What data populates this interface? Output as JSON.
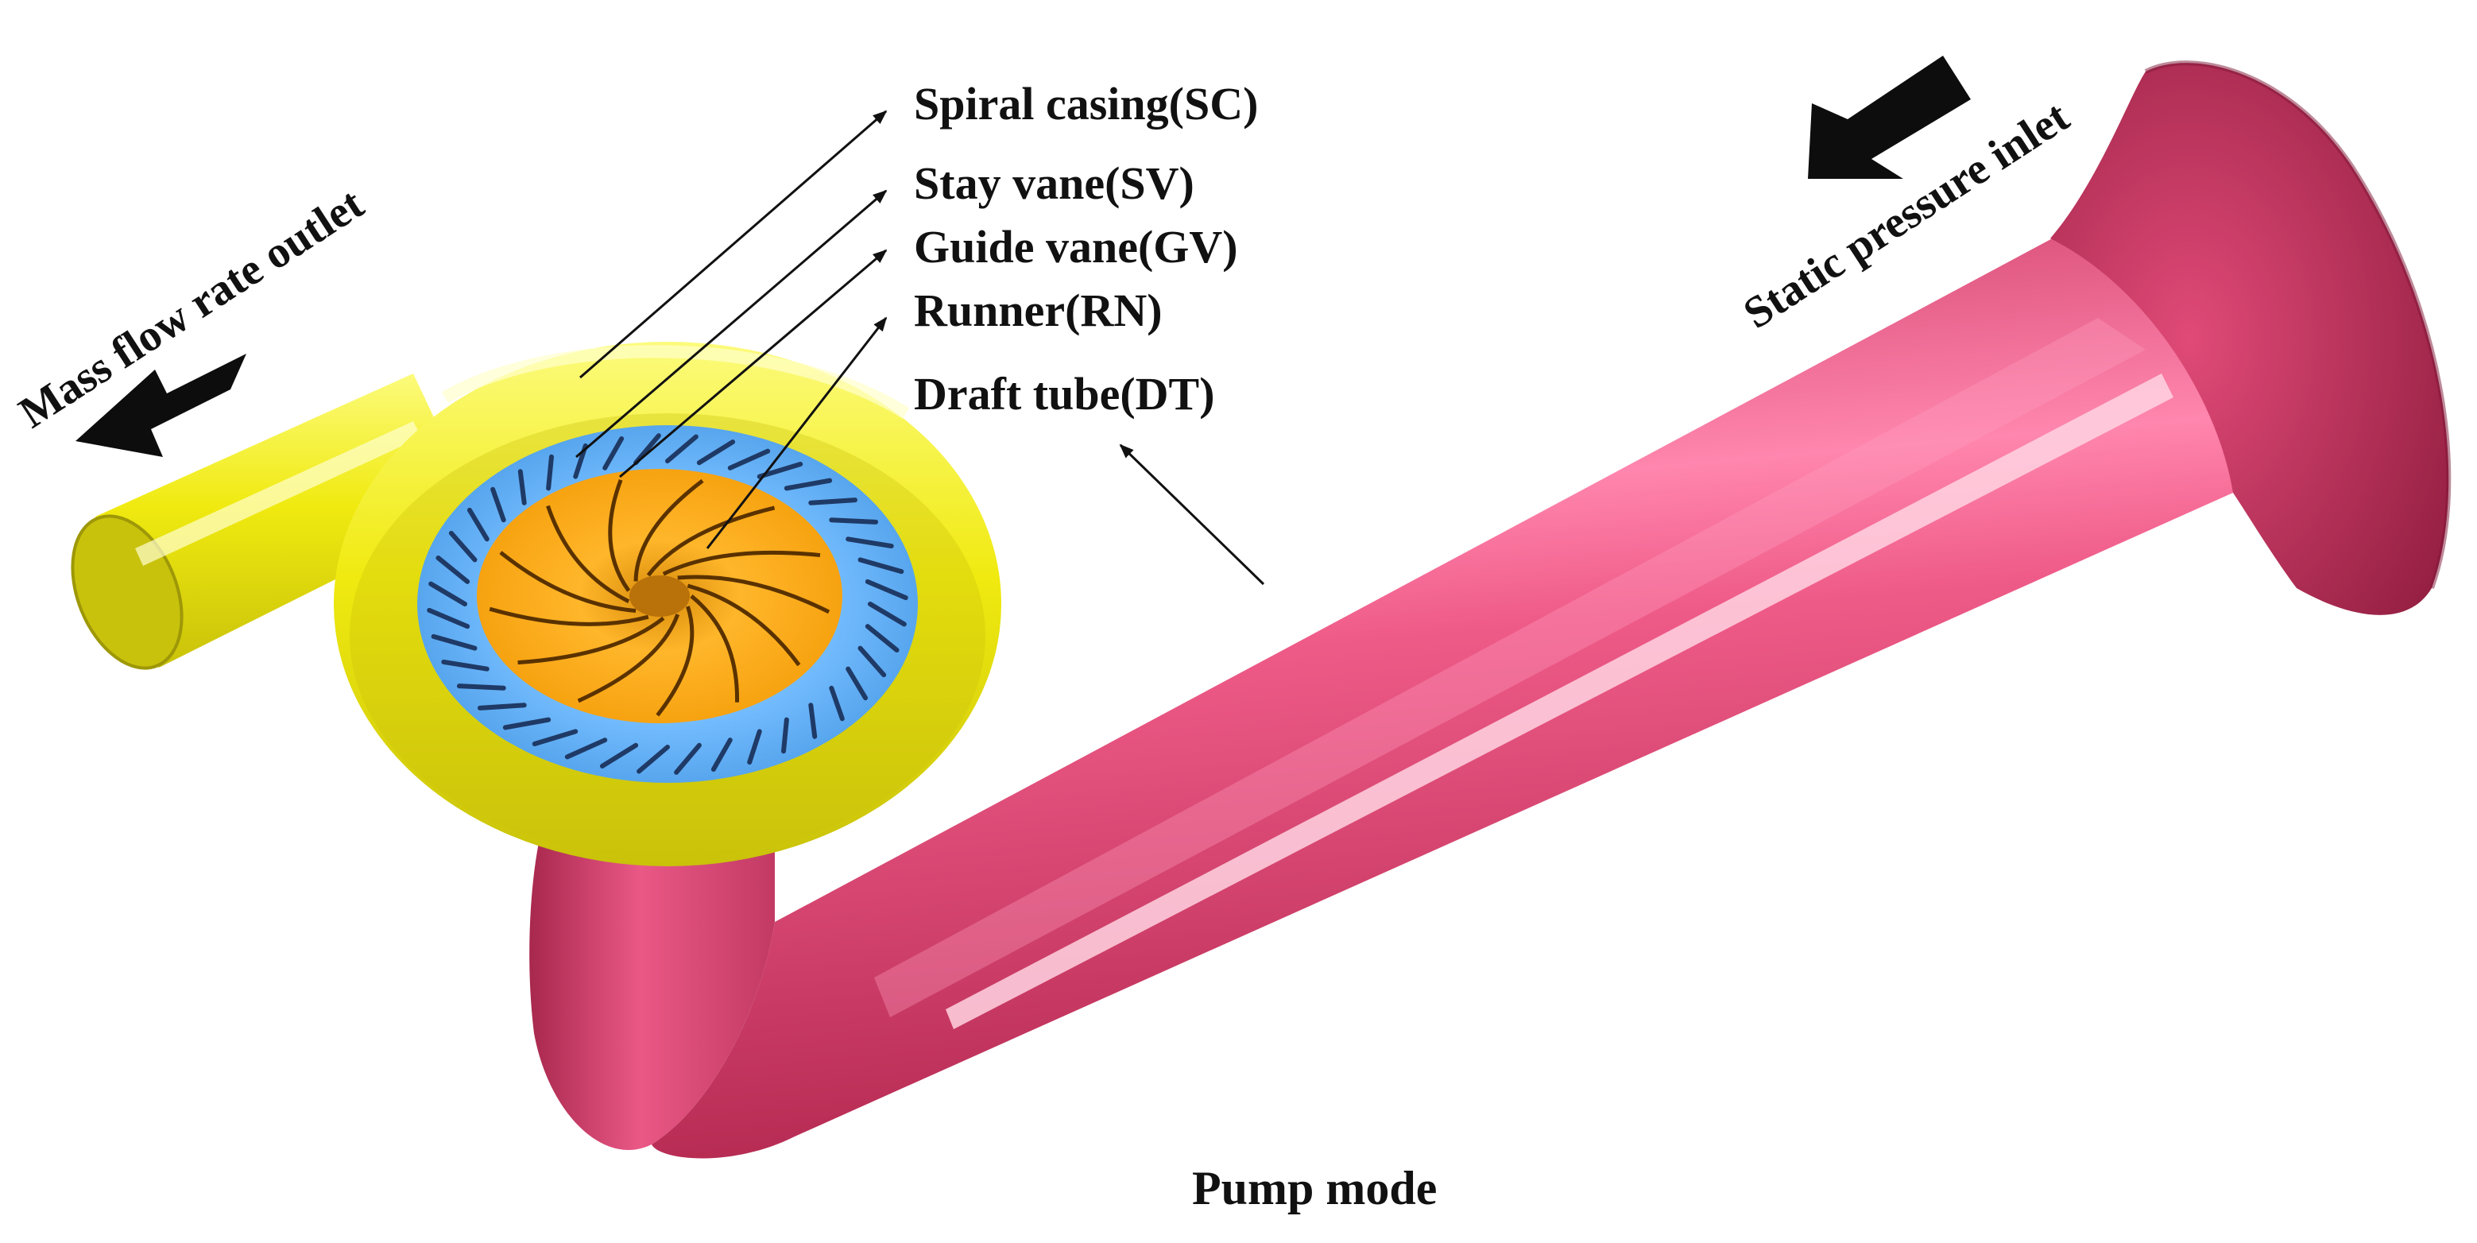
{
  "figure": {
    "caption": "Pump mode",
    "boundary_conditions": {
      "outlet": "Mass flow rate outlet",
      "inlet": "Static pressure inlet"
    },
    "components": [
      {
        "label": "Spiral casing(SC)",
        "color": "#f2f01a"
      },
      {
        "label": "Stay vane(SV)",
        "color": "#5fb0ff"
      },
      {
        "label": "Guide vane(GV)",
        "color": "#5fb0ff"
      },
      {
        "label": "Runner(RN)",
        "color": "#ffad12"
      },
      {
        "label": "Draft tube(DT)",
        "color": "#ee5583"
      }
    ],
    "icons": {
      "outlet_arrow": "flow-direction-arrow-icon",
      "inlet_arrow": "flow-direction-arrow-icon"
    }
  }
}
